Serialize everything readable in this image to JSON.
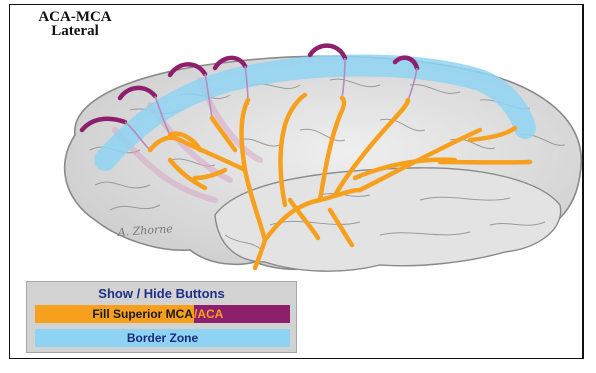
{
  "title": {
    "line1": "ACA-MCA",
    "line2": "Lateral"
  },
  "signature": "A. Zhorne",
  "controls": {
    "heading": "Show / Hide Buttons",
    "fill_mca_label": "Fill Superior MCA",
    "fill_aca_label": "/ACA",
    "border_zone_label": "Border Zone"
  },
  "colors": {
    "mca": "#f7a01e",
    "aca": "#8e1f6d",
    "border_zone": "#8fd3f2",
    "brain": "#dcdcdc",
    "heading_text": "#1f2f86"
  }
}
